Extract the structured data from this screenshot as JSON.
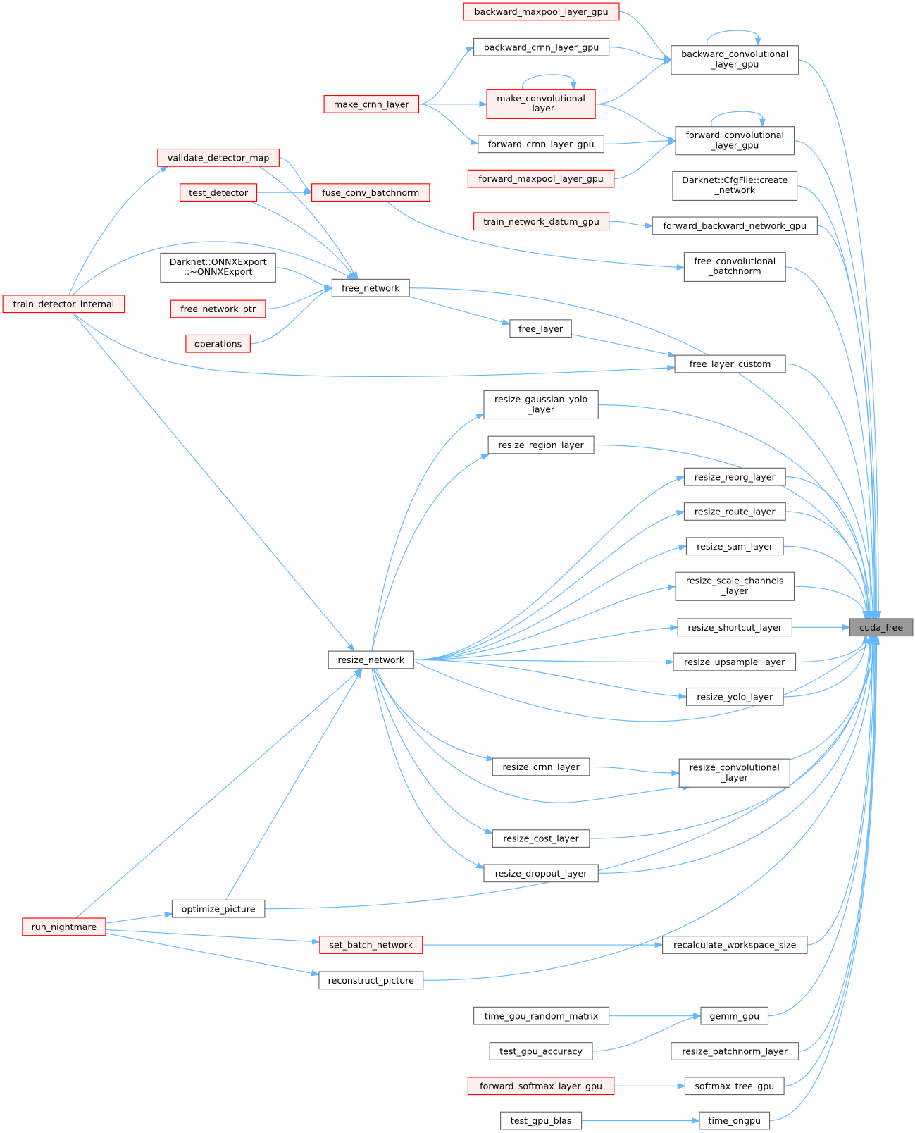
{
  "graph": {
    "focus_node": "cuda_free",
    "colors": {
      "edge": "#63b8ff",
      "node_border": "#666666",
      "red_border": "#ff0000",
      "red_fill": "#fff0f0",
      "focus_fill": "#999999"
    }
  },
  "nodes": [
    {
      "id": "bmp",
      "lines": [
        "backward_maxpool_layer_gpu"
      ],
      "style": "red"
    },
    {
      "id": "bcrnn",
      "lines": [
        "backward_crnn_layer_gpu"
      ],
      "style": "normal"
    },
    {
      "id": "bcl",
      "lines": [
        "backward_convolutional",
        "_layer_gpu"
      ],
      "style": "normal"
    },
    {
      "id": "mcrnn",
      "lines": [
        "make_crnn_layer"
      ],
      "style": "red"
    },
    {
      "id": "mconv",
      "lines": [
        "make_convolutional",
        "_layer"
      ],
      "style": "red"
    },
    {
      "id": "fcl",
      "lines": [
        "forward_convolutional",
        "_layer_gpu"
      ],
      "style": "normal"
    },
    {
      "id": "fcrnn",
      "lines": [
        "forward_crnn_layer_gpu"
      ],
      "style": "normal"
    },
    {
      "id": "fmp",
      "lines": [
        "forward_maxpool_layer_gpu"
      ],
      "style": "red"
    },
    {
      "id": "cfg",
      "lines": [
        "Darknet::CfgFile::create",
        "_network"
      ],
      "style": "normal"
    },
    {
      "id": "vdm",
      "lines": [
        "validate_detector_map"
      ],
      "style": "red"
    },
    {
      "id": "td",
      "lines": [
        "test_detector"
      ],
      "style": "red"
    },
    {
      "id": "fcb",
      "lines": [
        "fuse_conv_batchnorm"
      ],
      "style": "red"
    },
    {
      "id": "tnd",
      "lines": [
        "train_network_datum_gpu"
      ],
      "style": "red"
    },
    {
      "id": "fbn",
      "lines": [
        "forward_backward_network_gpu"
      ],
      "style": "normal"
    },
    {
      "id": "onnx",
      "lines": [
        "Darknet::ONNXExport",
        "::~ONNXExport"
      ],
      "style": "normal"
    },
    {
      "id": "fcbn",
      "lines": [
        "free_convolutional",
        "_batchnorm"
      ],
      "style": "normal"
    },
    {
      "id": "fn",
      "lines": [
        "free_network"
      ],
      "style": "normal"
    },
    {
      "id": "tdi",
      "lines": [
        "train_detector_internal"
      ],
      "style": "red"
    },
    {
      "id": "fnp",
      "lines": [
        "free_network_ptr"
      ],
      "style": "red"
    },
    {
      "id": "fl",
      "lines": [
        "free_layer"
      ],
      "style": "normal"
    },
    {
      "id": "ops",
      "lines": [
        "operations"
      ],
      "style": "red"
    },
    {
      "id": "flc",
      "lines": [
        "free_layer_custom"
      ],
      "style": "normal"
    },
    {
      "id": "rgy",
      "lines": [
        "resize_gaussian_yolo",
        "_layer"
      ],
      "style": "normal"
    },
    {
      "id": "rrg",
      "lines": [
        "resize_region_layer"
      ],
      "style": "normal"
    },
    {
      "id": "rreorg",
      "lines": [
        "resize_reorg_layer"
      ],
      "style": "normal"
    },
    {
      "id": "rroute",
      "lines": [
        "resize_route_layer"
      ],
      "style": "normal"
    },
    {
      "id": "rsam",
      "lines": [
        "resize_sam_layer"
      ],
      "style": "normal"
    },
    {
      "id": "rsc",
      "lines": [
        "resize_scale_channels",
        "_layer"
      ],
      "style": "normal"
    },
    {
      "id": "cuda",
      "lines": [
        "cuda_free"
      ],
      "style": "focus"
    },
    {
      "id": "rsh",
      "lines": [
        "resize_shortcut_layer"
      ],
      "style": "normal"
    },
    {
      "id": "rn",
      "lines": [
        "resize_network"
      ],
      "style": "normal"
    },
    {
      "id": "rup",
      "lines": [
        "resize_upsample_layer"
      ],
      "style": "normal"
    },
    {
      "id": "ryolo",
      "lines": [
        "resize_yolo_layer"
      ],
      "style": "normal"
    },
    {
      "id": "rcrnn",
      "lines": [
        "resize_crnn_layer"
      ],
      "style": "normal"
    },
    {
      "id": "rconv",
      "lines": [
        "resize_convolutional",
        "_layer"
      ],
      "style": "normal"
    },
    {
      "id": "rcost",
      "lines": [
        "resize_cost_layer"
      ],
      "style": "normal"
    },
    {
      "id": "rdrop",
      "lines": [
        "resize_dropout_layer"
      ],
      "style": "normal"
    },
    {
      "id": "op",
      "lines": [
        "optimize_picture"
      ],
      "style": "normal"
    },
    {
      "id": "rnm",
      "lines": [
        "run_nightmare"
      ],
      "style": "red"
    },
    {
      "id": "sbn",
      "lines": [
        "set_batch_network"
      ],
      "style": "red"
    },
    {
      "id": "rws",
      "lines": [
        "recalculate_workspace_size"
      ],
      "style": "normal"
    },
    {
      "id": "rp",
      "lines": [
        "reconstruct_picture"
      ],
      "style": "normal"
    },
    {
      "id": "tgrm",
      "lines": [
        "time_gpu_random_matrix"
      ],
      "style": "normal"
    },
    {
      "id": "gemm",
      "lines": [
        "gemm_gpu"
      ],
      "style": "normal"
    },
    {
      "id": "tga",
      "lines": [
        "test_gpu_accuracy"
      ],
      "style": "normal"
    },
    {
      "id": "rbn",
      "lines": [
        "resize_batchnorm_layer"
      ],
      "style": "normal"
    },
    {
      "id": "fsm",
      "lines": [
        "forward_softmax_layer_gpu"
      ],
      "style": "red"
    },
    {
      "id": "stg",
      "lines": [
        "softmax_tree_gpu"
      ],
      "style": "normal"
    },
    {
      "id": "tgb",
      "lines": [
        "test_gpu_blas"
      ],
      "style": "normal"
    },
    {
      "id": "ton",
      "lines": [
        "time_ongpu"
      ],
      "style": "normal"
    }
  ],
  "edges": [
    [
      "bmp",
      "bcl"
    ],
    [
      "bcrnn",
      "bcl"
    ],
    [
      "mconv",
      "bcl"
    ],
    [
      "bcl",
      "bcl"
    ],
    [
      "mcrnn",
      "bcrnn"
    ],
    [
      "mcrnn",
      "mconv"
    ],
    [
      "mcrnn",
      "fcrnn"
    ],
    [
      "mconv",
      "mconv"
    ],
    [
      "mconv",
      "fcl"
    ],
    [
      "fcrnn",
      "fcl"
    ],
    [
      "fmp",
      "fcl"
    ],
    [
      "fcl",
      "fcl"
    ],
    [
      "tnd",
      "fbn"
    ],
    [
      "fcb",
      "fcbn"
    ],
    [
      "vdm",
      "fcb"
    ],
    [
      "td",
      "fcb"
    ],
    [
      "vdm",
      "fn"
    ],
    [
      "td",
      "fn"
    ],
    [
      "tdi",
      "fn"
    ],
    [
      "onnx",
      "fn"
    ],
    [
      "fnp",
      "fn"
    ],
    [
      "ops",
      "fn"
    ],
    [
      "tdi",
      "vdm"
    ],
    [
      "fn",
      "fl"
    ],
    [
      "fl",
      "flc"
    ],
    [
      "tdi",
      "flc"
    ],
    [
      "tdi",
      "rn"
    ],
    [
      "rnm",
      "rn"
    ],
    [
      "op",
      "rn"
    ],
    [
      "rn",
      "rgy"
    ],
    [
      "rn",
      "rrg"
    ],
    [
      "rn",
      "rreorg"
    ],
    [
      "rn",
      "rroute"
    ],
    [
      "rn",
      "rsam"
    ],
    [
      "rn",
      "rsc"
    ],
    [
      "rn",
      "rsh"
    ],
    [
      "rn",
      "rup"
    ],
    [
      "rn",
      "ryolo"
    ],
    [
      "rn",
      "rcrnn"
    ],
    [
      "rn",
      "rconv"
    ],
    [
      "rn",
      "rcost"
    ],
    [
      "rn",
      "rdrop"
    ],
    [
      "rcrnn",
      "rconv"
    ],
    [
      "rnm",
      "op"
    ],
    [
      "rnm",
      "sbn"
    ],
    [
      "rnm",
      "rp"
    ],
    [
      "sbn",
      "rws"
    ],
    [
      "tgrm",
      "gemm"
    ],
    [
      "tga",
      "gemm"
    ],
    [
      "fsm",
      "stg"
    ],
    [
      "tgb",
      "ton"
    ],
    [
      "bcl",
      "cuda"
    ],
    [
      "fcl",
      "cuda"
    ],
    [
      "cfg",
      "cuda"
    ],
    [
      "fbn",
      "cuda"
    ],
    [
      "fcbn",
      "cuda"
    ],
    [
      "fn",
      "cuda"
    ],
    [
      "flc",
      "cuda"
    ],
    [
      "rgy",
      "cuda"
    ],
    [
      "rrg",
      "cuda"
    ],
    [
      "rreorg",
      "cuda"
    ],
    [
      "rroute",
      "cuda"
    ],
    [
      "rsam",
      "cuda"
    ],
    [
      "rsc",
      "cuda"
    ],
    [
      "rsh",
      "cuda"
    ],
    [
      "rn",
      "cuda"
    ],
    [
      "rup",
      "cuda"
    ],
    [
      "ryolo",
      "cuda"
    ],
    [
      "rconv",
      "cuda"
    ],
    [
      "rcost",
      "cuda"
    ],
    [
      "rdrop",
      "cuda"
    ],
    [
      "op",
      "cuda"
    ],
    [
      "rws",
      "cuda"
    ],
    [
      "rp",
      "cuda"
    ],
    [
      "gemm",
      "cuda"
    ],
    [
      "rbn",
      "cuda"
    ],
    [
      "stg",
      "cuda"
    ],
    [
      "ton",
      "cuda"
    ]
  ]
}
